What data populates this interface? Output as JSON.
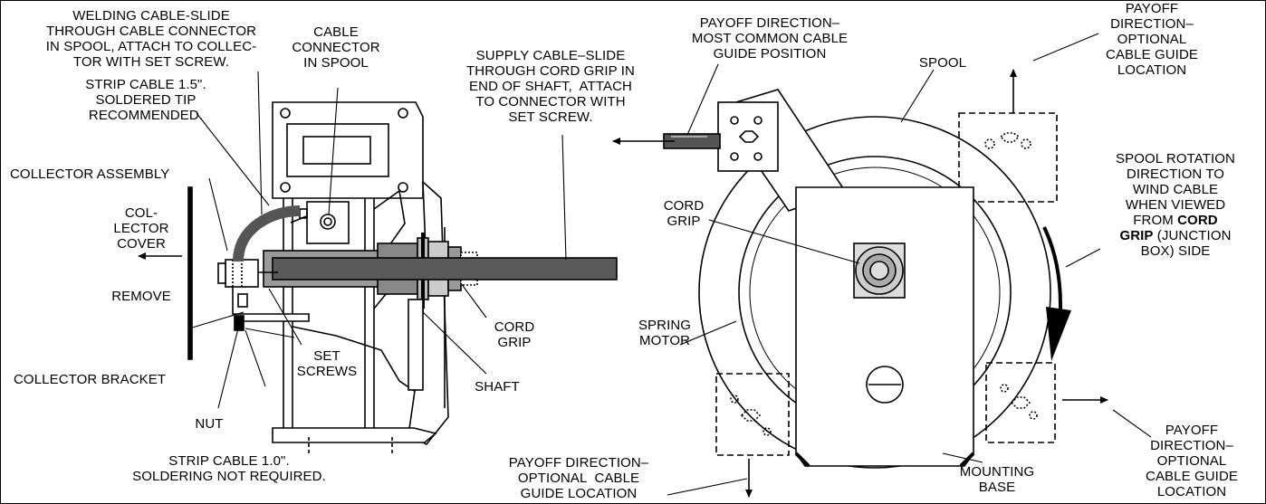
{
  "labels": {
    "welding_cable": "WELDING CABLE-SLIDE\nTHROUGH CABLE CONNECTOR\nIN SPOOL, ATTACH TO COLLEC-\nTOR WITH SET SCREW.",
    "cable_connector": "CABLE\nCONNECTOR\nIN SPOOL",
    "supply_cable": "SUPPLY CABLE–SLIDE\nTHROUGH CORD GRIP IN\nEND OF SHAFT,  ATTACH\nTO CONNECTOR WITH\nSET SCREW.",
    "strip_15": "STRIP CABLE 1.5\".\nSOLDERED TIP\nRECOMMENDED.",
    "collector_assembly": "COLLECTOR ASSEMBLY",
    "collector_cover": "COL-\nLECTOR\nCOVER",
    "remove": "REMOVE",
    "collector_bracket": "COLLECTOR BRACKET",
    "set_screws": "SET\nSCREWS",
    "nut": "NUT",
    "strip_10": "STRIP CABLE 1.0\".\nSOLDERING NOT REQUIRED.",
    "cord_grip_left": "CORD\nGRIP",
    "shaft": "SHAFT",
    "payoff_common": "PAYOFF DIRECTION–\nMOST COMMON CABLE\nGUIDE POSITION",
    "spool": "SPOOL",
    "payoff_top": "PAYOFF\nDIRECTION–\nOPTIONAL\nCABLE GUIDE\nLOCATION",
    "cord_grip_right": "CORD\nGRIP",
    "spring_motor": "SPRING\nMOTOR",
    "rotation_1": "SPOOL ROTATION\nDIRECTION TO\nWIND CABLE\nWHEN VIEWED\nFROM ",
    "rotation_bold_1": "CORD",
    "rotation_bold_2": "GRIP",
    "rotation_2": " (JUNCTION\nBOX) SIDE",
    "payoff_bottom": "PAYOFF DIRECTION–\nOPTIONAL  CABLE\nGUIDE LOCATION",
    "mounting_base": "MOUNTING\nBASE",
    "payoff_right": "PAYOFF\nDIRECTION–\nOPTIONAL\nCABLE GUIDE\nLOCATION"
  },
  "colors": {
    "line": "#000000",
    "cable": "#555555",
    "shaft": "#777777",
    "background": "#ffffff"
  }
}
